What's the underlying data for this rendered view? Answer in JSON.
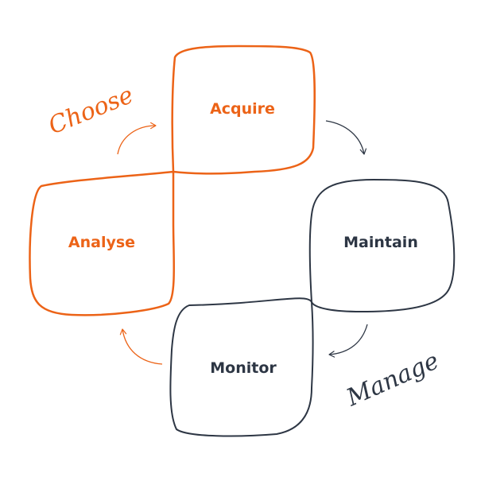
{
  "colors": {
    "orange": "#ec6317",
    "navy": "#2d3644",
    "background": "#ffffff"
  },
  "nodes": {
    "acquire": {
      "label": "Acquire"
    },
    "maintain": {
      "label": "Maintain"
    },
    "monitor": {
      "label": "Monitor"
    },
    "analyse": {
      "label": "Analyse"
    }
  },
  "phases": {
    "choose": "Choose",
    "manage": "Manage"
  }
}
